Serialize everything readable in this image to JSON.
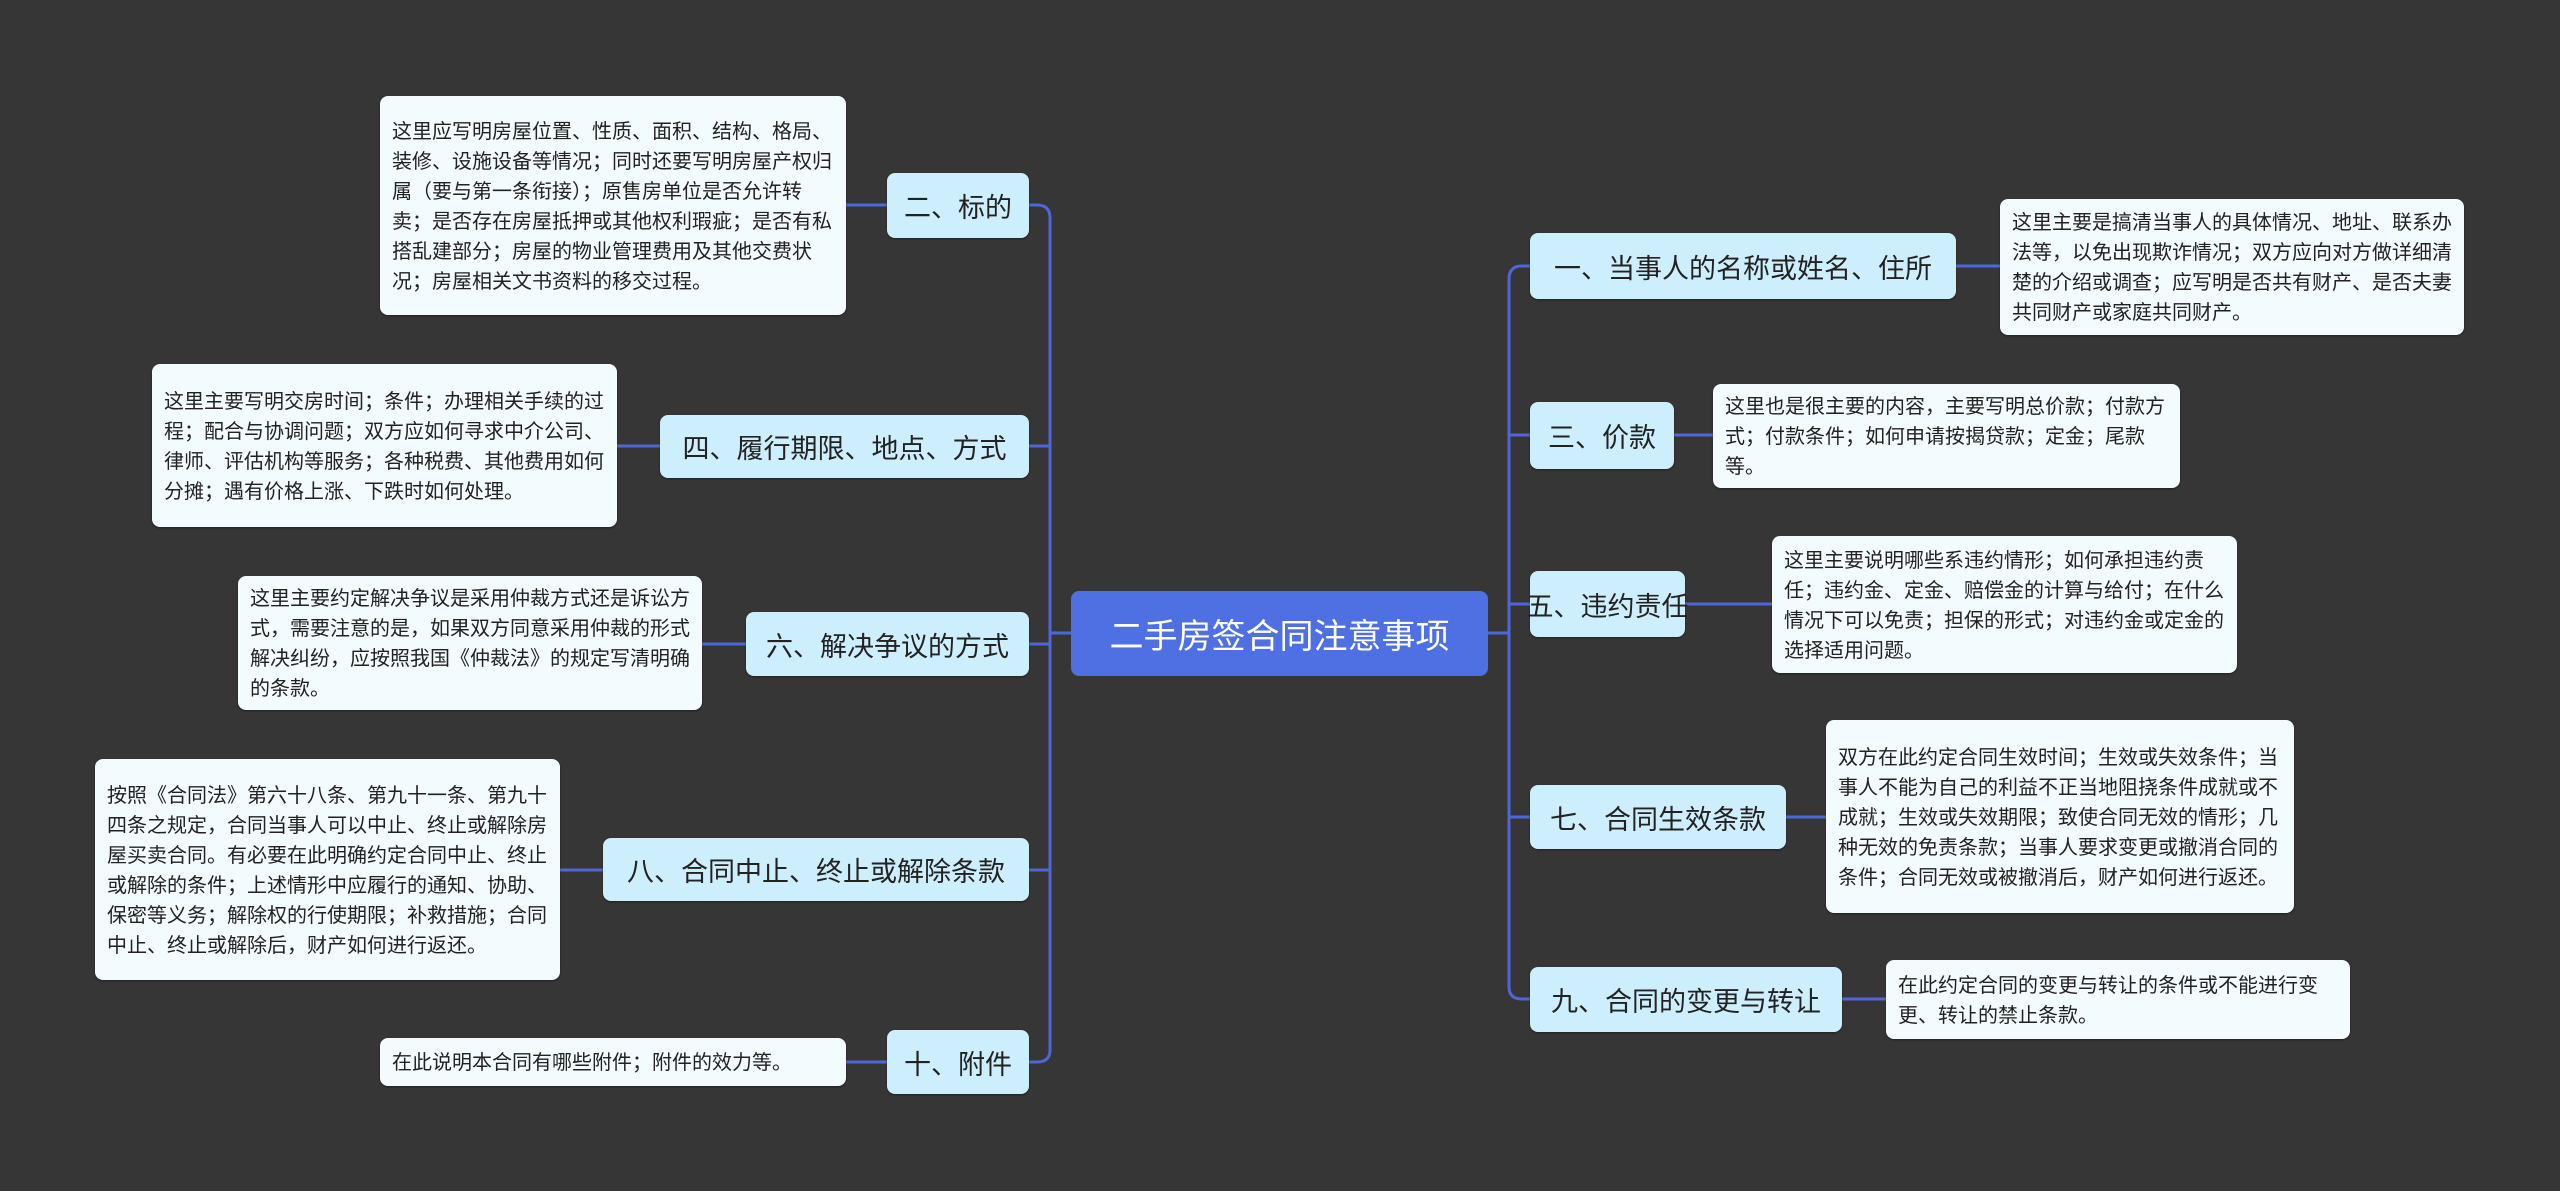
{
  "root": {
    "label": "二手房签合同注意事项"
  },
  "colors": {
    "background": "#363636",
    "root": "#4f70e3",
    "node": "#cdeefc",
    "detail": "#f2fbfd",
    "line": "#4f66d8"
  },
  "left": [
    {
      "label": "二、标的",
      "detail": "这里应写明房屋位置、性质、面积、结构、格局、装修、设施设备等情况；同时还要写明房屋产权归属（要与第一条衔接）；原售房单位是否允许转卖；是否存在房屋抵押或其他权利瑕疵；是否有私搭乱建部分；房屋的物业管理费用及其他交费状况；房屋相关文书资料的移交过程。"
    },
    {
      "label": "四、履行期限、地点、方式",
      "detail": "这里主要写明交房时间；条件；办理相关手续的过程；配合与协调问题；双方应如何寻求中介公司、律师、评估机构等服务；各种税费、其他费用如何分摊；遇有价格上涨、下跌时如何处理。"
    },
    {
      "label": "六、解决争议的方式",
      "detail": "这里主要约定解决争议是采用仲裁方式还是诉讼方式，需要注意的是，如果双方同意采用仲裁的形式解决纠纷，应按照我国《仲裁法》的规定写清明确的条款。"
    },
    {
      "label": "八、合同中止、终止或解除条款",
      "detail": "按照《合同法》第六十八条、第九十一条、第九十四条之规定，合同当事人可以中止、终止或解除房屋买卖合同。有必要在此明确约定合同中止、终止或解除的条件；上述情形中应履行的通知、协助、保密等义务；解除权的行使期限；补救措施；合同中止、终止或解除后，财产如何进行返还。"
    },
    {
      "label": "十、附件",
      "detail": "在此说明本合同有哪些附件；附件的效力等。"
    }
  ],
  "right": [
    {
      "label": "一、当事人的名称或姓名、住所",
      "detail": "这里主要是搞清当事人的具体情况、地址、联系办法等，以免出现欺诈情况；双方应向对方做详细清楚的介绍或调查；应写明是否共有财产、是否夫妻共同财产或家庭共同财产。"
    },
    {
      "label": "三、价款",
      "detail": "这里也是很主要的内容，主要写明总价款；付款方式；付款条件；如何申请按揭贷款；定金；尾款等。"
    },
    {
      "label": "五、违约责任",
      "detail": "这里主要说明哪些系违约情形；如何承担违约责任；违约金、定金、赔偿金的计算与给付；在什么情况下可以免责；担保的形式；对违约金或定金的选择适用问题。"
    },
    {
      "label": "七、合同生效条款",
      "detail": "双方在此约定合同生效时间；生效或失效条件；当事人不能为自己的利益不正当地阻挠条件成就或不成就；生效或失效期限；致使合同无效的情形；几种无效的免责条款；当事人要求变更或撤消合同的条件；合同无效或被撤消后，财产如何进行返还。"
    },
    {
      "label": "九、合同的变更与转让",
      "detail": "在此约定合同的变更与转让的条件或不能进行变更、转让的禁止条款。"
    }
  ]
}
